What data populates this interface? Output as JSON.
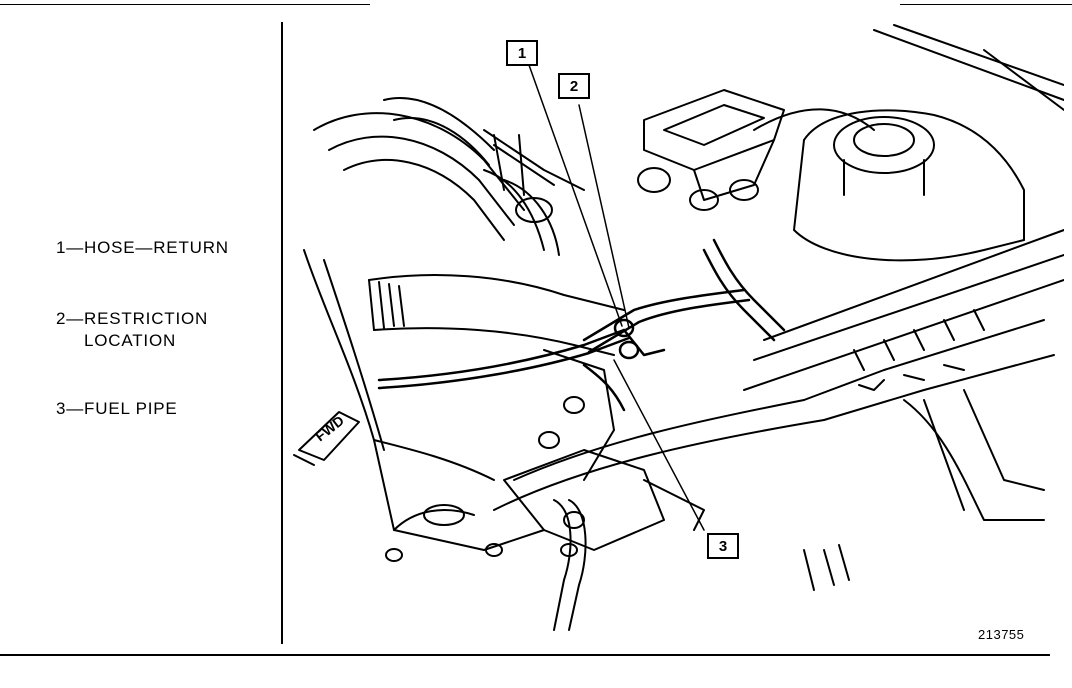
{
  "legend": {
    "item1": "1—HOSE—RETURN",
    "item2_line1": "2—RESTRICTION",
    "item2_line2": "LOCATION",
    "item3": "3—FUEL PIPE"
  },
  "callouts": [
    "1",
    "2",
    "3"
  ],
  "direction_label": "FWD",
  "figure_number": "213755"
}
